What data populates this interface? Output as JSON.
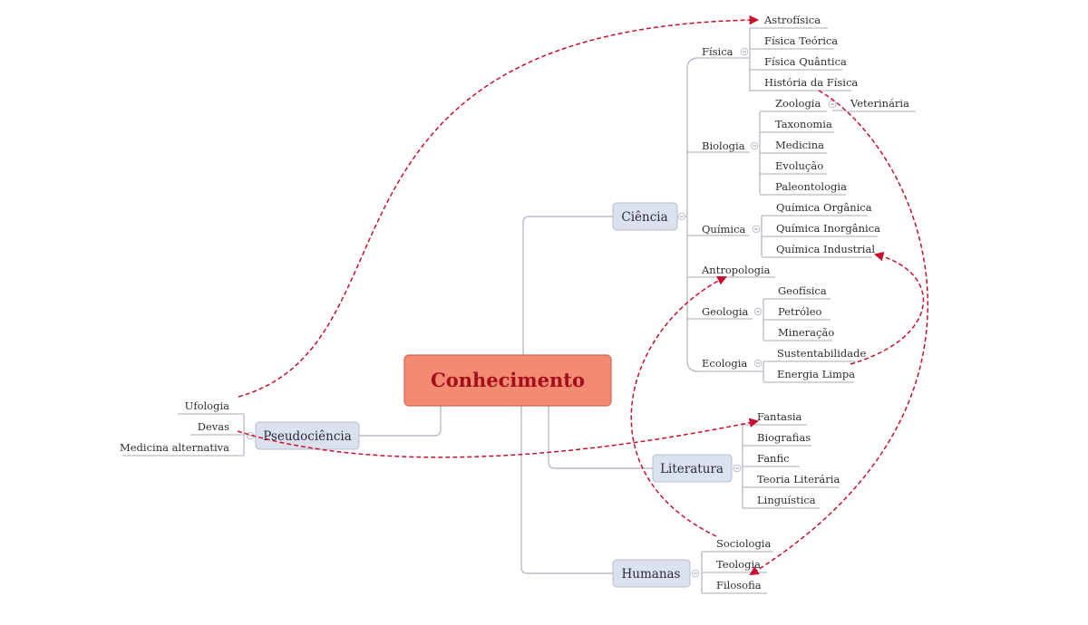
{
  "root": {
    "label": "Conhecimento",
    "fill": "#f28b72",
    "stroke": "#d06a55"
  },
  "branches": {
    "ciencia": {
      "label": "Ciência"
    },
    "pseudo": {
      "label": "Pseudociência"
    },
    "literatura": {
      "label": "Literatura"
    },
    "humanas": {
      "label": "Humanas"
    }
  },
  "topics": {
    "fisica": {
      "label": "Física",
      "children": [
        "Astrofísica",
        "Física Teórica",
        "Física Quântica",
        "História da Física"
      ]
    },
    "biologia": {
      "label": "Biologia",
      "children": [
        "Taxonomia",
        "Medicina",
        "Evolução",
        "Paleontologia"
      ]
    },
    "zoologia": {
      "label": "Zoologia",
      "children": [
        "Veterinária"
      ]
    },
    "quimica": {
      "label": "Química",
      "children": [
        "Química Orgânica",
        "Química Inorgânica",
        "Química Industrial"
      ]
    },
    "antropologia": {
      "label": "Antropologia"
    },
    "geologia": {
      "label": "Geologia",
      "children": [
        "Geofísica",
        "Petróleo",
        "Mineração"
      ]
    },
    "ecologia": {
      "label": "Ecologia",
      "children": [
        "Sustentabilidade",
        "Energia Limpa"
      ]
    },
    "pseudo": {
      "children": [
        "Ufologia",
        "Devas",
        "Medicina alternativa"
      ]
    },
    "literatura": {
      "children": [
        "Fantasia",
        "Biografias",
        "Fanfic",
        "Teoria Literária",
        "Linguística"
      ]
    },
    "humanas": {
      "children": [
        "Sociologia",
        "Teologia",
        "Filosofia"
      ]
    }
  },
  "colors": {
    "branch_fill": "#dbe2ee",
    "branch_stroke": "#b3bdd0",
    "connector": "#b9bcc8",
    "relationship": "#c8102e"
  }
}
